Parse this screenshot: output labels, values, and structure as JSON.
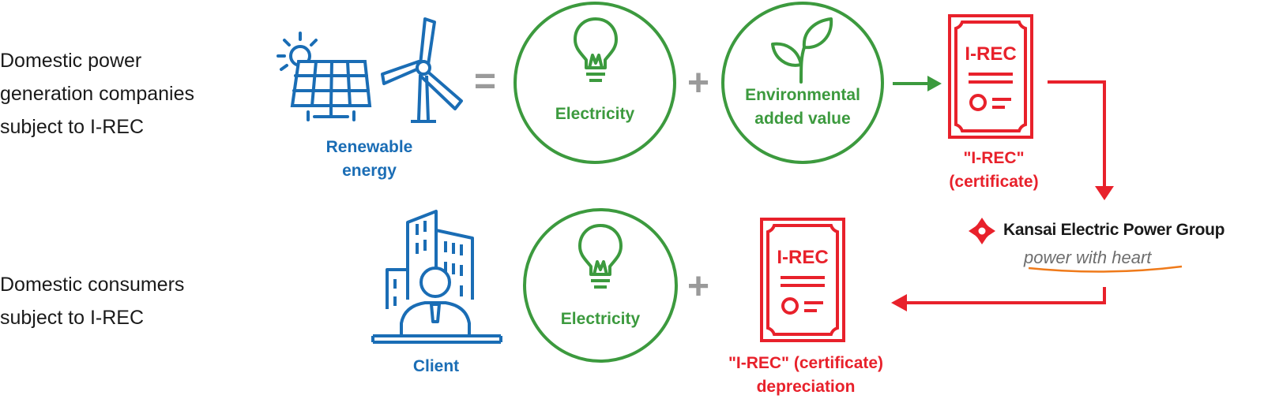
{
  "rows": {
    "producers": [
      "Domestic power",
      "generation companies",
      "subject to I-REC"
    ],
    "consumers": [
      "Domestic consumers",
      "subject to I-REC"
    ]
  },
  "top": {
    "renewable_caption": [
      "Renewable",
      "energy"
    ],
    "equals": "=",
    "plus": "+",
    "electricity": "Electricity",
    "env_value": [
      "Environmental",
      "added value"
    ],
    "certificate_badge": "I-REC",
    "certificate_caption": [
      "\"I-REC\"",
      "(certificate)"
    ]
  },
  "bottom": {
    "client_caption": "Client",
    "electricity": "Electricity",
    "plus": "+",
    "certificate_badge": "I-REC",
    "certificate_caption": [
      "\"I-REC\" (certificate)",
      "depreciation"
    ]
  },
  "brand": {
    "name": "Kansai Electric Power Group",
    "tagline": "power with heart"
  },
  "colors": {
    "blue": "#1a6db5",
    "green": "#3c9a3e",
    "red": "#e8212b",
    "gray": "#9a9a9a"
  }
}
